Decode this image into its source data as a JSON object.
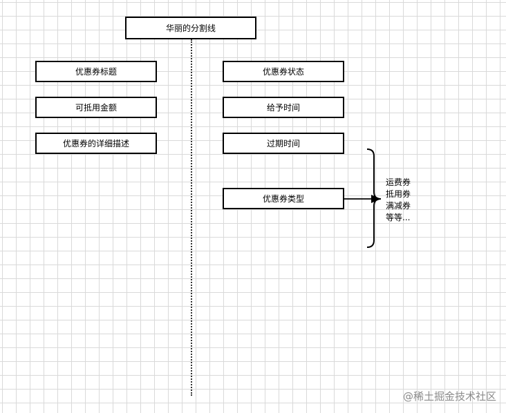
{
  "title": "华丽的分割线",
  "left_boxes": [
    "优惠券标题",
    "可抵用金额",
    "优惠券的详细描述"
  ],
  "right_boxes": [
    "优惠券状态",
    "给予时间",
    "过期时间",
    "优惠券类型"
  ],
  "coupon_types": [
    "运费券",
    "抵用券",
    "满减券",
    "等等..."
  ],
  "watermark": "@稀土掘金技术社区"
}
